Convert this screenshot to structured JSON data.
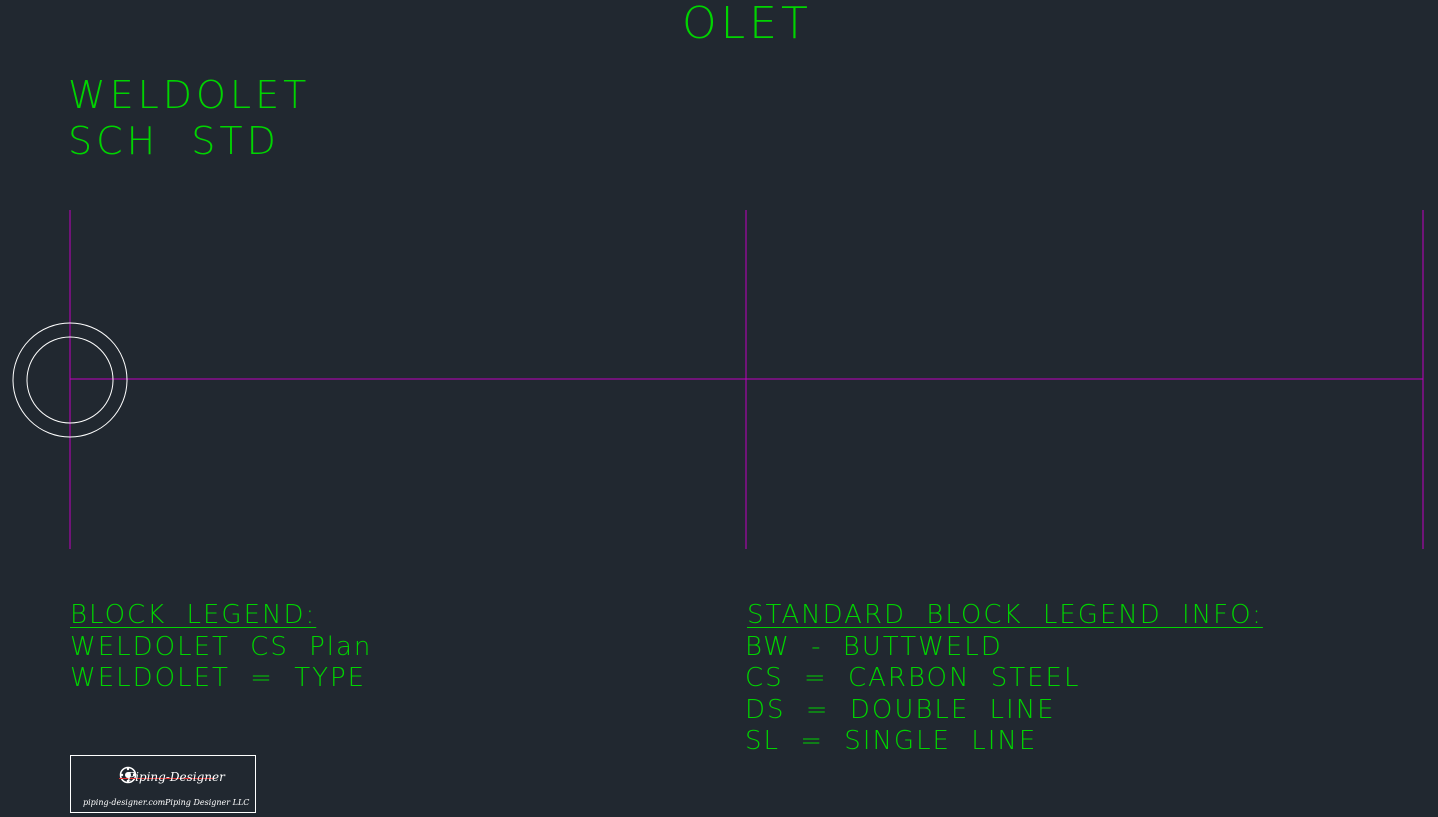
{
  "drawing": {
    "title": "OLET",
    "block_name": "WELDOLET",
    "block_schedule": "SCH STD"
  },
  "block_legend": {
    "heading": "BLOCK LEGEND:",
    "lines": [
      "WELDOLET CS Plan",
      "WELDOLET = TYPE"
    ]
  },
  "standard_legend": {
    "heading": "STANDARD BLOCK LEGEND INFO:",
    "lines": [
      "BW - BUTTWELD",
      "CS = CARBON STEEL",
      "DS = DOUBLE LINE",
      "SL = SINGLE LINE"
    ]
  },
  "logo": {
    "brand": "Piping-Designer",
    "website": "piping-designer.com",
    "company": "Piping Designer LLC"
  },
  "colors": {
    "background": "#212830",
    "text": "#00d400",
    "centerline": "#c000c0",
    "geometry": "#ffffff"
  }
}
